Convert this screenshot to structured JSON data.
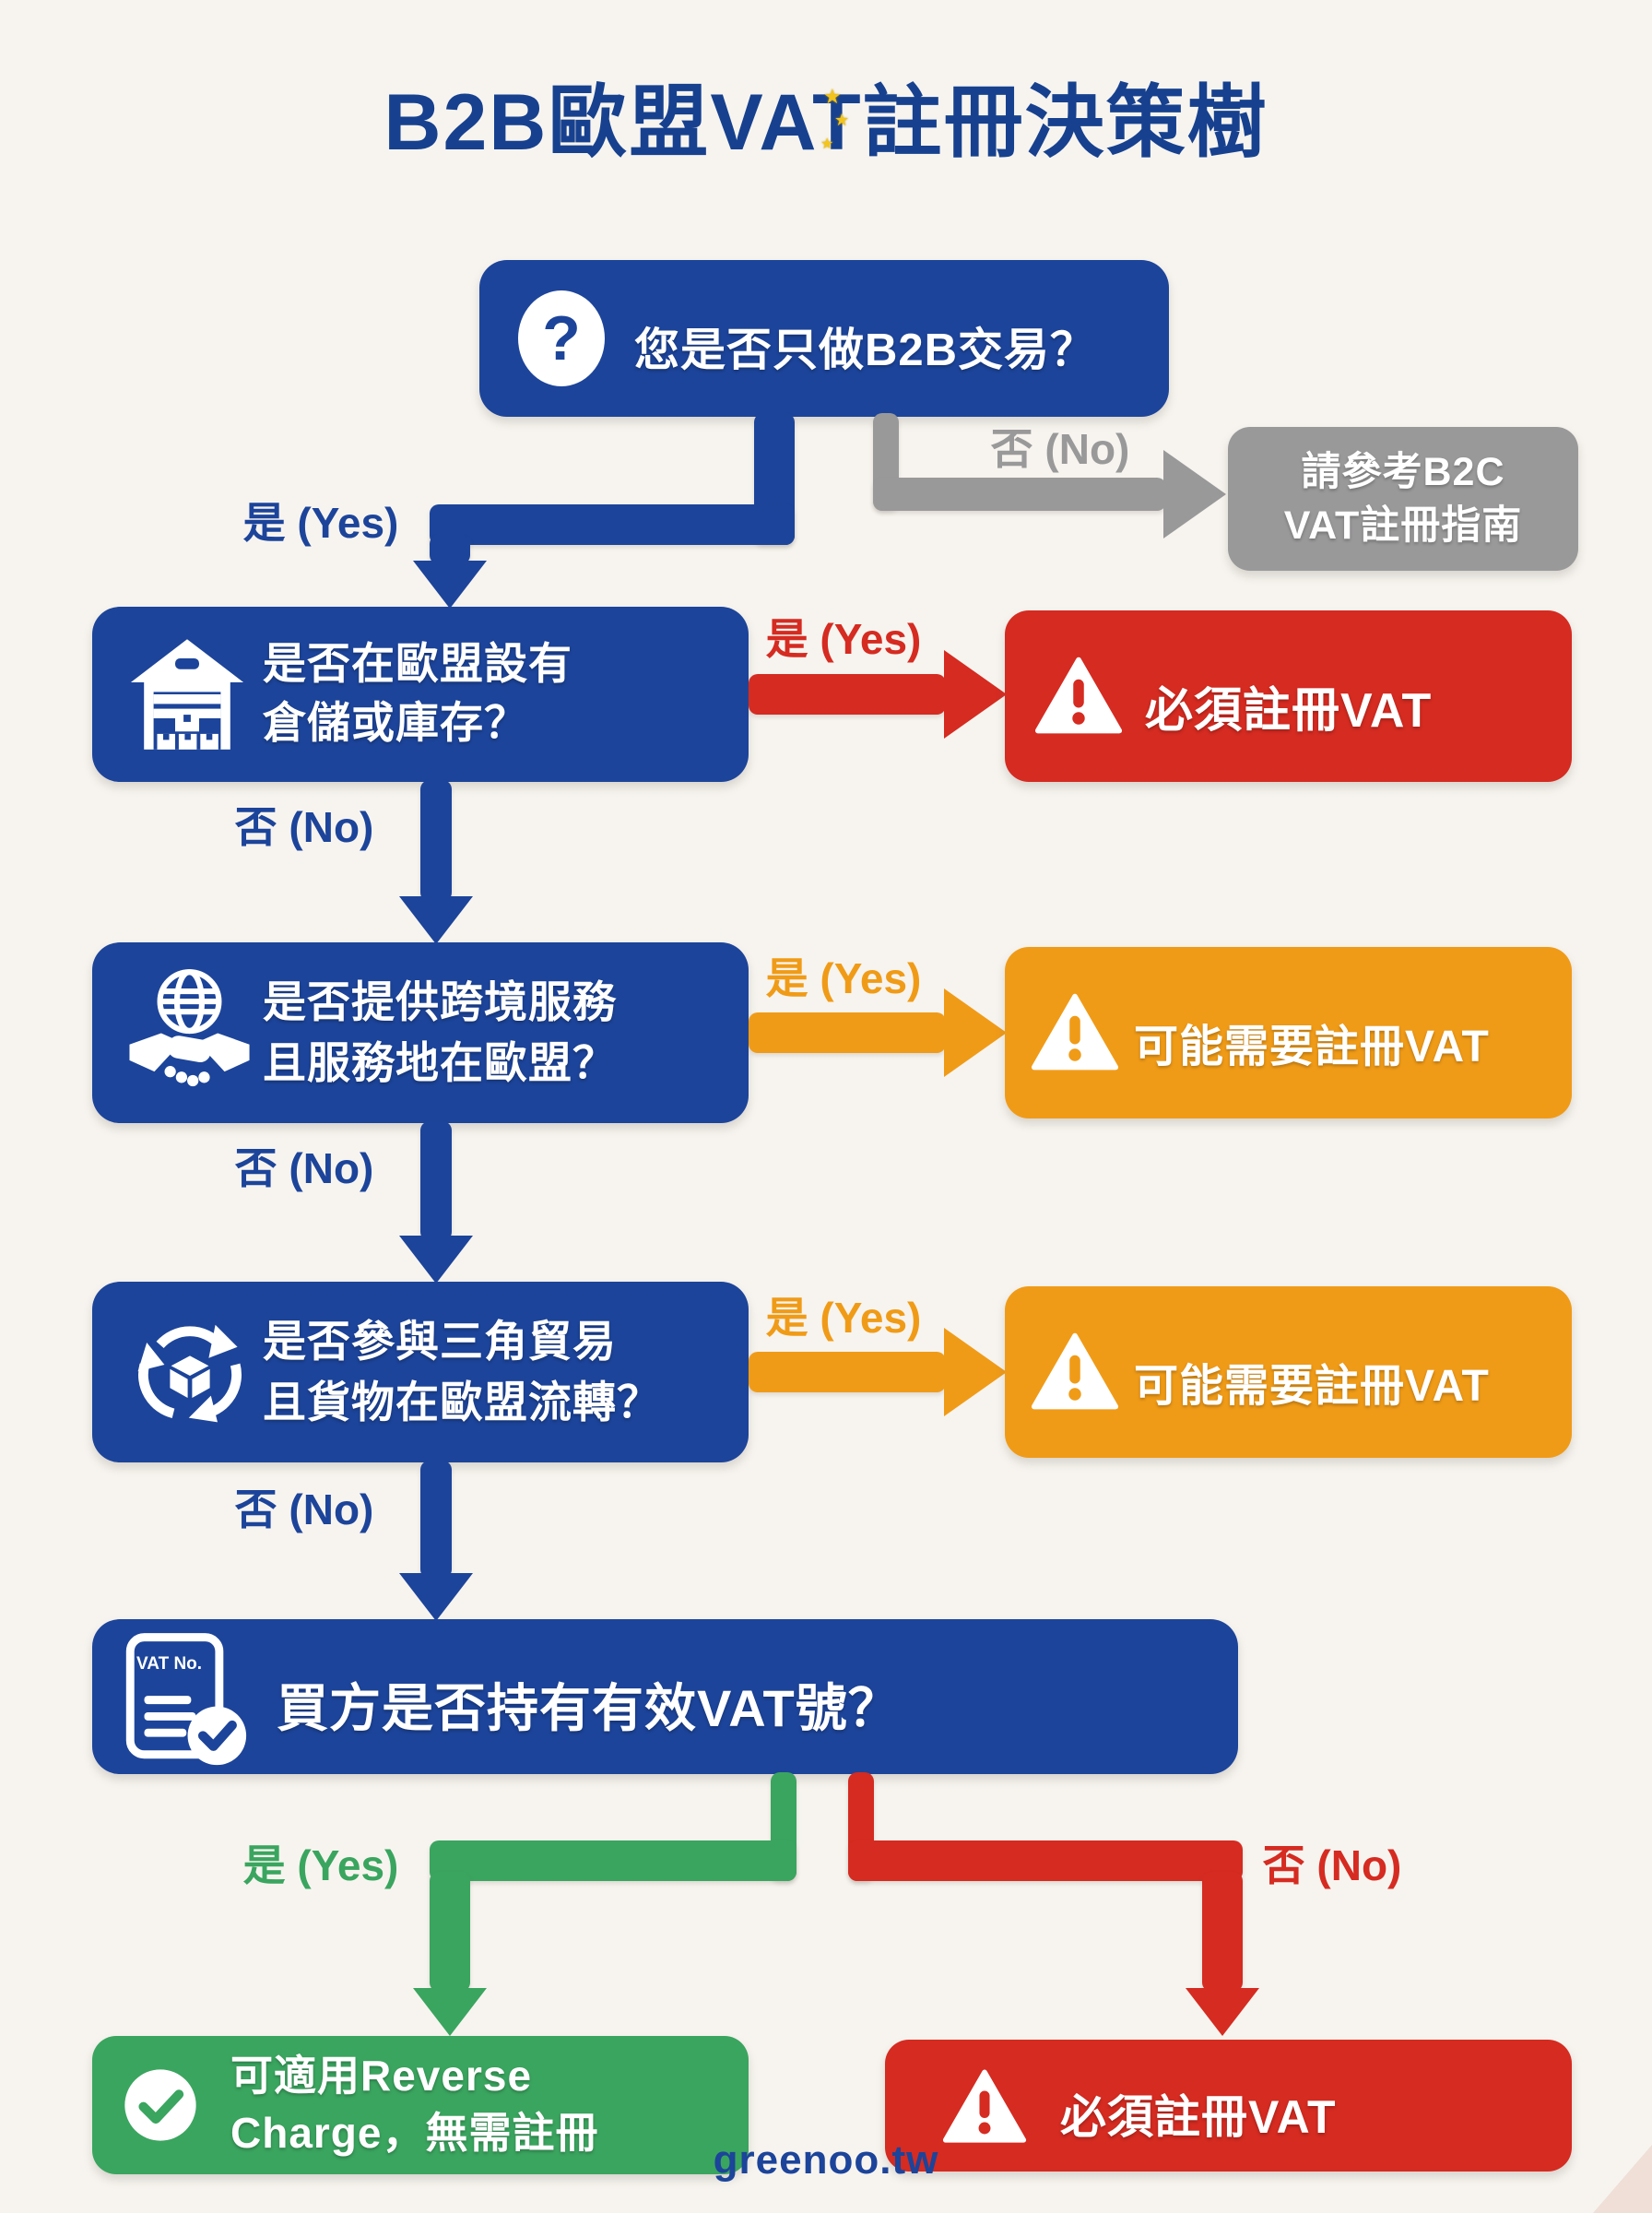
{
  "title": "B2B歐盟VAT註冊決策樹",
  "footer": "greenoo.tw",
  "colors": {
    "blue": "#1c449a",
    "gray": "#9a999a",
    "red": "#d52b21",
    "orange": "#f09b17",
    "green": "#3aa55f",
    "background": "#f7f4ef",
    "star_gold": "#f2c41d"
  },
  "icons": {
    "star": "★",
    "question_mark": "?"
  },
  "nodes": {
    "q1": {
      "question": "您是否只做B2B交易？"
    },
    "b2c_guide": {
      "line1": "請參考B2C",
      "line2": "VAT註冊指南"
    },
    "q2": {
      "line1": "是否在歐盟設有",
      "line2": "倉儲或庫存？"
    },
    "must_register_1": {
      "text": "必須註冊VAT"
    },
    "q3": {
      "line1": "是否提供跨境服務",
      "line2": "且服務地在歐盟？"
    },
    "maybe_register_1": {
      "text": "可能需要註冊VAT"
    },
    "q4": {
      "line1": "是否參與三角貿易",
      "line2": "且貨物在歐盟流轉？"
    },
    "maybe_register_2": {
      "text": "可能需要註冊VAT"
    },
    "q5": {
      "question": "買方是否持有有效VAT號？",
      "icon_label": "VAT No."
    },
    "reverse_charge": {
      "line1": "可適用Reverse",
      "line2": "Charge，無需註冊"
    },
    "must_register_2": {
      "text": "必須註冊VAT"
    }
  },
  "edges": {
    "q1_yes": "是 (Yes)",
    "q1_no": "否 (No)",
    "q2_yes": "是 (Yes)",
    "q2_no": "否 (No)",
    "q3_yes": "是 (Yes)",
    "q3_no": "否 (No)",
    "q4_yes": "是 (Yes)",
    "q4_no": "否 (No)",
    "q5_yes": "是 (Yes)",
    "q5_no": "否 (No)"
  }
}
